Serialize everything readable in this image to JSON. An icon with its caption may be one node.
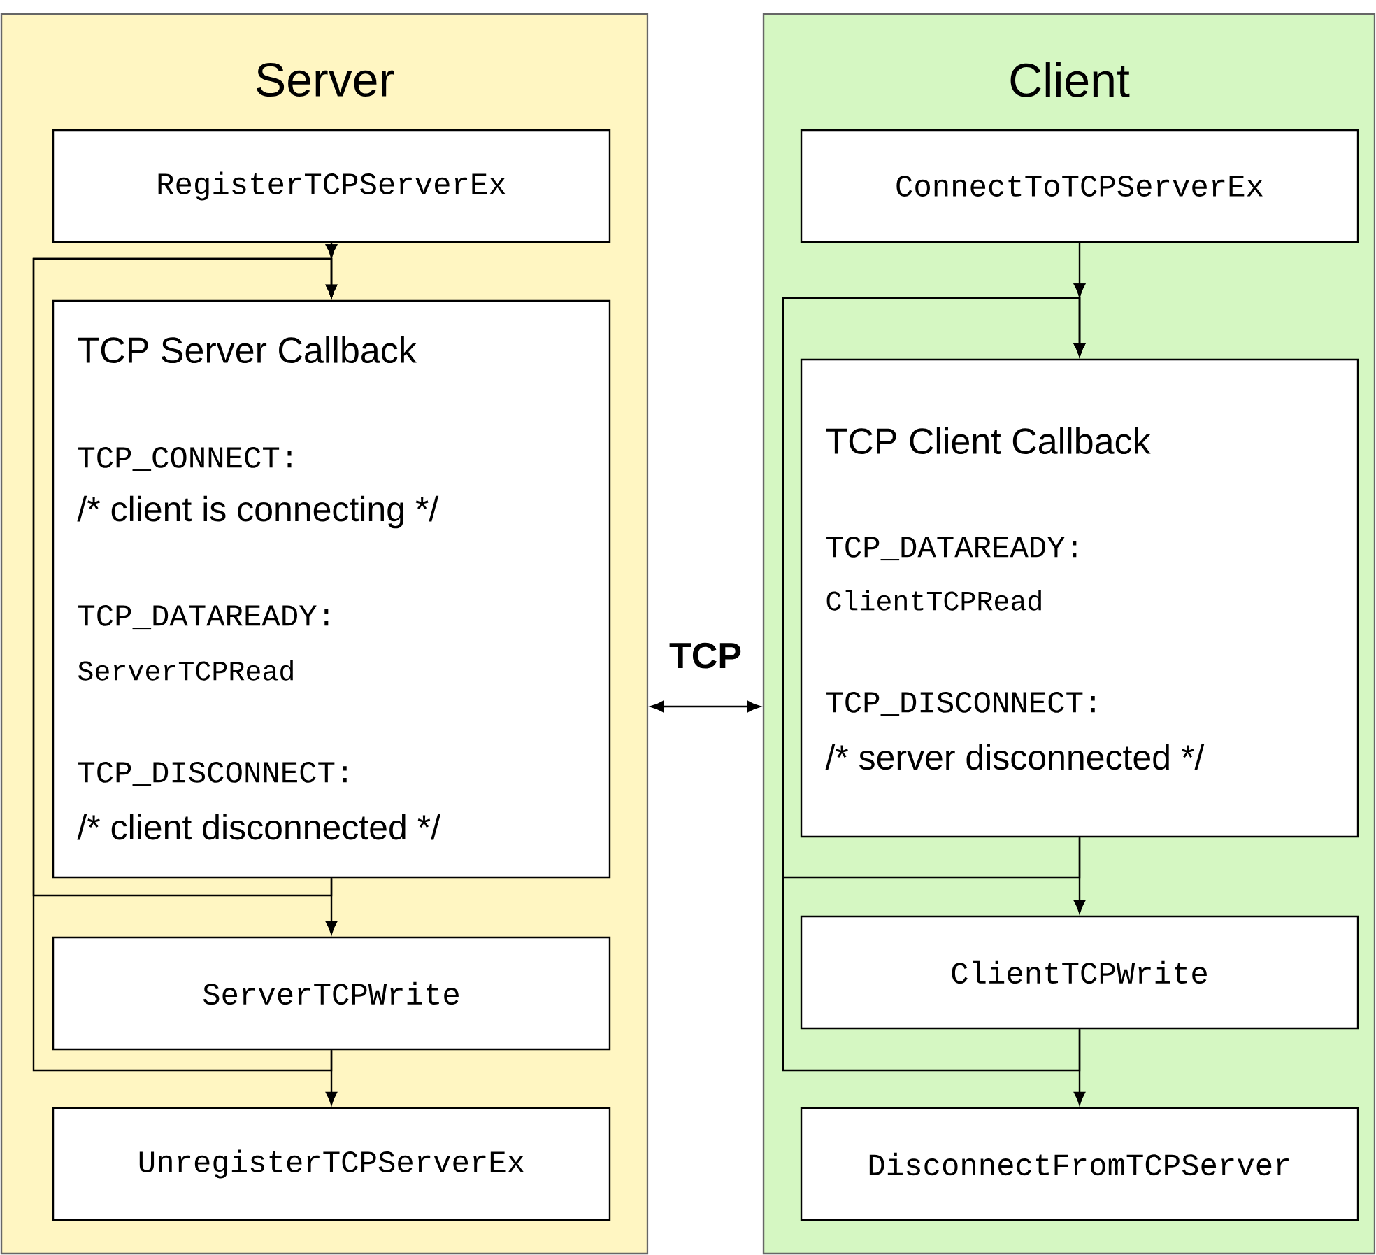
{
  "diagram": {
    "nodes": [
      {
        "text": [
          "Server"
        ]
      },
      {
        "text": [
          "RegisterTCPServerEx"
        ],
        "in": 0
      },
      {
        "text": [
          "TCP Server Callback",
          "TCP_CONNECT:",
          "/* client is connecting */",
          "TCP_DATAREADY:",
          "ServerTCPRead",
          "TCP_DISCONNECT:",
          "/* client disconnected */"
        ],
        "in": 0
      },
      {
        "text": [
          "ServerTCPWrite"
        ],
        "in": 0
      },
      {
        "text": [
          "UnregisterTCPServerEx"
        ],
        "in": 0
      },
      {
        "text": [
          "Client"
        ]
      },
      {
        "text": [
          "ConnectToTCPServerEx"
        ],
        "in": 5
      },
      {
        "text": [
          "TCP Client Callback",
          "TCP_DATAREADY:",
          "ClientTCPRead",
          "TCP_DISCONNECT:",
          "/* server disconnected */"
        ],
        "in": 5
      },
      {
        "text": [
          "ClientTCPWrite"
        ],
        "in": 5
      },
      {
        "text": [
          "DisconnectFromTCPServer"
        ],
        "in": 5
      }
    ],
    "edges": [
      {
        "from": 1,
        "to": 2,
        "arrow": "to"
      },
      {
        "from": 2,
        "to": 3,
        "arrow": "to"
      },
      {
        "from": 3,
        "to": 4,
        "arrow": "to"
      },
      {
        "from": 2,
        "to": 2,
        "arrow": "to"
      },
      {
        "from": 3,
        "to": 2,
        "arrow": "to"
      },
      {
        "from": 6,
        "to": 7,
        "arrow": "to"
      },
      {
        "from": 7,
        "to": 8,
        "arrow": "to"
      },
      {
        "from": 8,
        "to": 9,
        "arrow": "to"
      },
      {
        "from": 7,
        "to": 7,
        "arrow": "to"
      },
      {
        "from": 8,
        "to": 7,
        "arrow": "to"
      },
      {
        "from": 0,
        "to": 5,
        "arrow": "both",
        "label": "TCP"
      }
    ]
  }
}
